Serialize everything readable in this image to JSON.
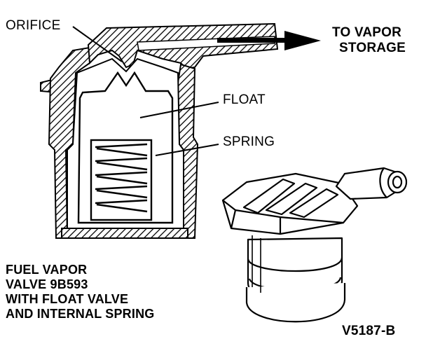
{
  "labels": {
    "orifice": "ORIFICE",
    "float": "FLOAT",
    "spring": "SPRING",
    "to_vapor_line1": "TO VAPOR",
    "to_vapor_line2": "STORAGE"
  },
  "caption": {
    "line1": "FUEL VAPOR",
    "line2": "VALVE 9B593",
    "line3": "WITH FLOAT VALVE",
    "line4": "AND INTERNAL SPRING"
  },
  "figure_code": "V5187-B",
  "colors": {
    "ink": "#000000",
    "paper": "#ffffff"
  }
}
